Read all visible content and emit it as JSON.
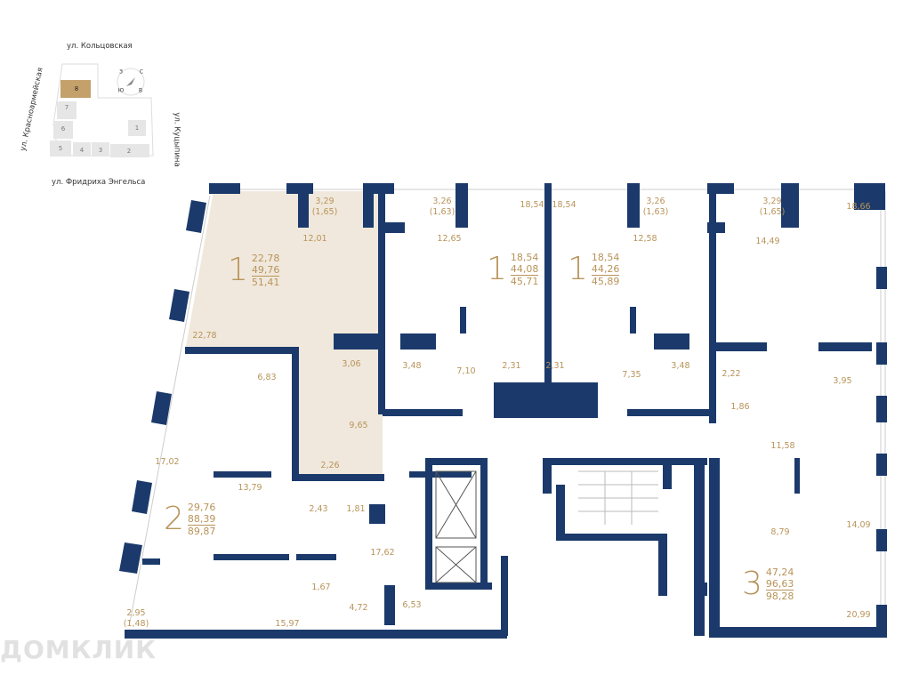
{
  "colors": {
    "wall": "#1b3a6b",
    "text": "#b8945a",
    "highlight": "#f0e8dc",
    "site_building": "#e6e6e6",
    "selected_building": "#c4a06a"
  },
  "site_map": {
    "streets": {
      "north": "ул. Кольцовская",
      "west": "ул. Красноармейская",
      "east": "ул. Куцыпина",
      "south": "ул. Фридриха Энгельса"
    },
    "buildings": [
      "1",
      "2",
      "3",
      "4",
      "5",
      "6",
      "7",
      "8"
    ],
    "selected_building": "8",
    "compass": {
      "n": "С",
      "e": "В",
      "s": "Ю",
      "w": "З"
    }
  },
  "apartments": [
    {
      "rooms": "1",
      "living": "22,78",
      "total": "49,76",
      "total_with_balcony": "51,41",
      "selected": true
    },
    {
      "rooms": "1",
      "living": "18,54",
      "total": "44,08",
      "total_with_balcony": "45,71"
    },
    {
      "rooms": "1",
      "living": "18,54",
      "total": "44,26",
      "total_with_balcony": "45,89"
    },
    {
      "rooms": "2",
      "living": "29,76",
      "total": "88,39",
      "total_with_balcony": "89,87"
    },
    {
      "rooms": "3",
      "living": "47,24",
      "total": "96,63",
      "total_with_balcony": "98,28"
    }
  ],
  "rooms": [
    "3,29",
    "(1,65)",
    "3,26",
    "(1,63)",
    "18,54",
    "18,54",
    "3,26",
    "(1,63)",
    "3,29",
    "(1,65)",
    "18,66",
    "12,01",
    "12,65",
    "12,58",
    "14,49",
    "22,78",
    "6,83",
    "3,06",
    "3,48",
    "7,10",
    "2,31",
    "2,31",
    "7,35",
    "3,48",
    "2,22",
    "3,95",
    "9,65",
    "1,86",
    "11,58",
    "17,02",
    "2,26",
    "13,79",
    "2,43",
    "1,81",
    "8,79",
    "14,09",
    "17,62",
    "1,67",
    "4,72",
    "6,53",
    "2,95",
    "(1,48)",
    "15,97",
    "20,99"
  ],
  "watermark": "ДОМКЛИК"
}
